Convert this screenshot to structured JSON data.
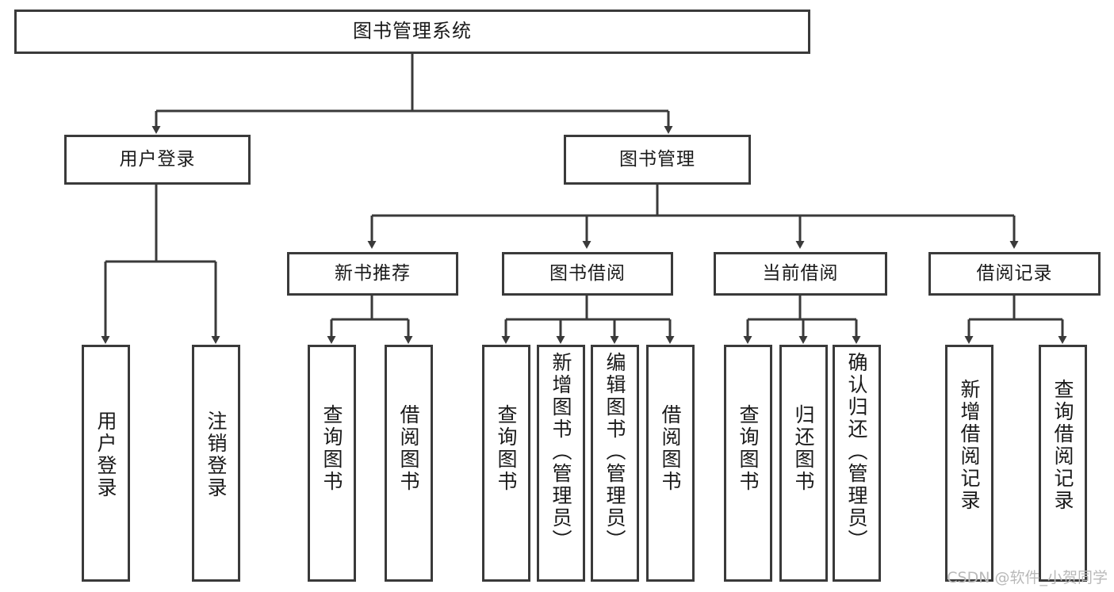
{
  "diagram": {
    "type": "tree-hierarchy",
    "title": "图书管理系统",
    "watermark": "CSDN @软件_小贺同学",
    "colors": {
      "box_border": "#3a3a3a",
      "box_fill": "#ffffff",
      "edge": "#3a3a3a",
      "text": "#1a1a1a",
      "watermark": "#b9b9b9"
    },
    "nodes": {
      "root": {
        "label": "图书管理系统",
        "level": 1
      },
      "l2": [
        {
          "id": "user-login",
          "label": "用户登录",
          "level": 2
        },
        {
          "id": "book-manage",
          "label": "图书管理",
          "level": 2
        }
      ],
      "l3": [
        {
          "id": "new-book-recommend",
          "label": "新书推荐",
          "level": 3
        },
        {
          "id": "book-borrow",
          "label": "图书借阅",
          "level": 3
        },
        {
          "id": "current-borrow",
          "label": "当前借阅",
          "level": 3
        },
        {
          "id": "borrow-record",
          "label": "借阅记录",
          "level": 3
        }
      ],
      "leaves": [
        {
          "id": "leaf-user-login",
          "label": "用户登录",
          "parent": "user-login"
        },
        {
          "id": "leaf-logout",
          "label": "注销登录",
          "parent": "user-login"
        },
        {
          "id": "leaf-query-book-1",
          "label": "查询图书",
          "parent": "new-book-recommend"
        },
        {
          "id": "leaf-borrow-book-1",
          "label": "借阅图书",
          "parent": "new-book-recommend"
        },
        {
          "id": "leaf-query-book-2",
          "label": "查询图书",
          "parent": "book-borrow"
        },
        {
          "id": "leaf-add-book",
          "label": "新增图书（管理员）",
          "parent": "book-borrow"
        },
        {
          "id": "leaf-edit-book",
          "label": "编辑图书（管理员）",
          "parent": "book-borrow"
        },
        {
          "id": "leaf-borrow-book-2",
          "label": "借阅图书",
          "parent": "book-borrow"
        },
        {
          "id": "leaf-query-book-3",
          "label": "查询图书",
          "parent": "current-borrow"
        },
        {
          "id": "leaf-return-book",
          "label": "归还图书",
          "parent": "current-borrow"
        },
        {
          "id": "leaf-confirm-return",
          "label": "确认归还（管理员）",
          "parent": "current-borrow"
        },
        {
          "id": "leaf-add-record",
          "label": "新增借阅记录",
          "parent": "borrow-record"
        },
        {
          "id": "leaf-query-record",
          "label": "查询借阅记录",
          "parent": "borrow-record"
        }
      ]
    }
  }
}
